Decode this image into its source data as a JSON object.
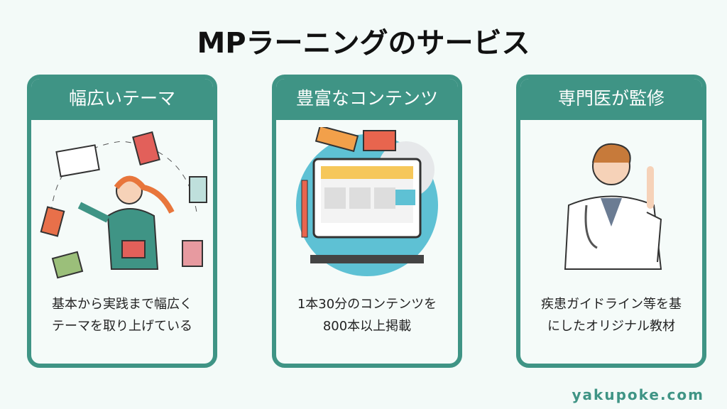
{
  "title": "MPラーニングのサービス",
  "cards": [
    {
      "heading": "幅広いテーマ",
      "line1": "基本から実践まで幅広く",
      "line2": "テーマを取り上げている"
    },
    {
      "heading": "豊富なコンテンツ",
      "line1": "1本30分のコンテンツを",
      "line2": "800本以上掲載"
    },
    {
      "heading": "専門医が監修",
      "line1": "疾患ガイドライン等を基",
      "line2": "にしたオリジナル教材"
    }
  ],
  "footer": "yakupoke.com",
  "colors": {
    "accent": "#3f9485",
    "background": "#f3faf8"
  }
}
